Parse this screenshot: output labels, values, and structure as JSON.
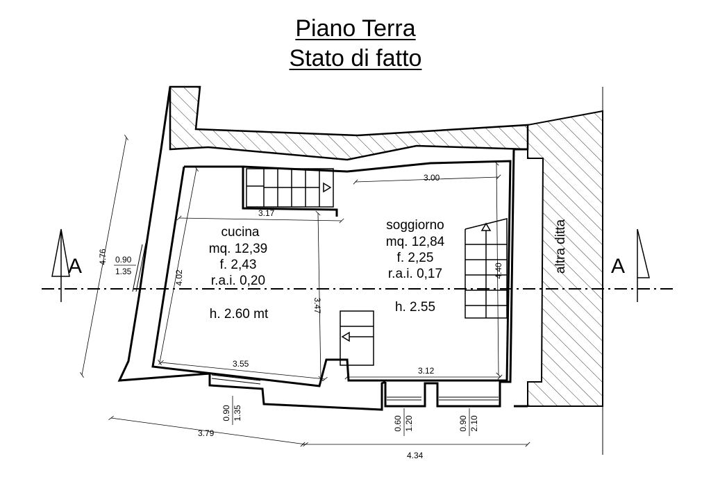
{
  "title": {
    "line1": "Piano Terra",
    "line2": "Stato di fatto"
  },
  "section_marker": "A",
  "rooms": {
    "cucina": {
      "name": "cucina",
      "mq": "mq. 12,39",
      "f": "f. 2,43",
      "rai": "r.a.i. 0,20",
      "h": "h. 2.60 mt"
    },
    "soggiorno": {
      "name": "soggiorno",
      "mq": "mq. 12,84",
      "f": "f. 2,25",
      "rai": "r.a.i. 0,17",
      "h": "h. 2.55"
    },
    "neighbor": "altra ditta"
  },
  "dimensions": {
    "cucina_top_width": "3.17",
    "soggiorno_top_width": "3.00",
    "cucina_left_height": "4.02",
    "exterior_left_height": "4.76",
    "cucina_bottom_width": "3.55",
    "partition_height": "3.47",
    "soggiorno_height": "4.40",
    "soggiorno_bottom_width": "3.12",
    "exterior_bottom_left": "3.79",
    "exterior_bottom_right": "4.34"
  },
  "openings": {
    "left_window": {
      "width": "0.90",
      "height": "1.35"
    },
    "cucina_window": {
      "width": "0.90",
      "height": "1.35"
    },
    "soggiorno_window": {
      "width": "0.60",
      "height": "1.20"
    },
    "door": {
      "width": "0.90",
      "height": "2.10"
    }
  }
}
